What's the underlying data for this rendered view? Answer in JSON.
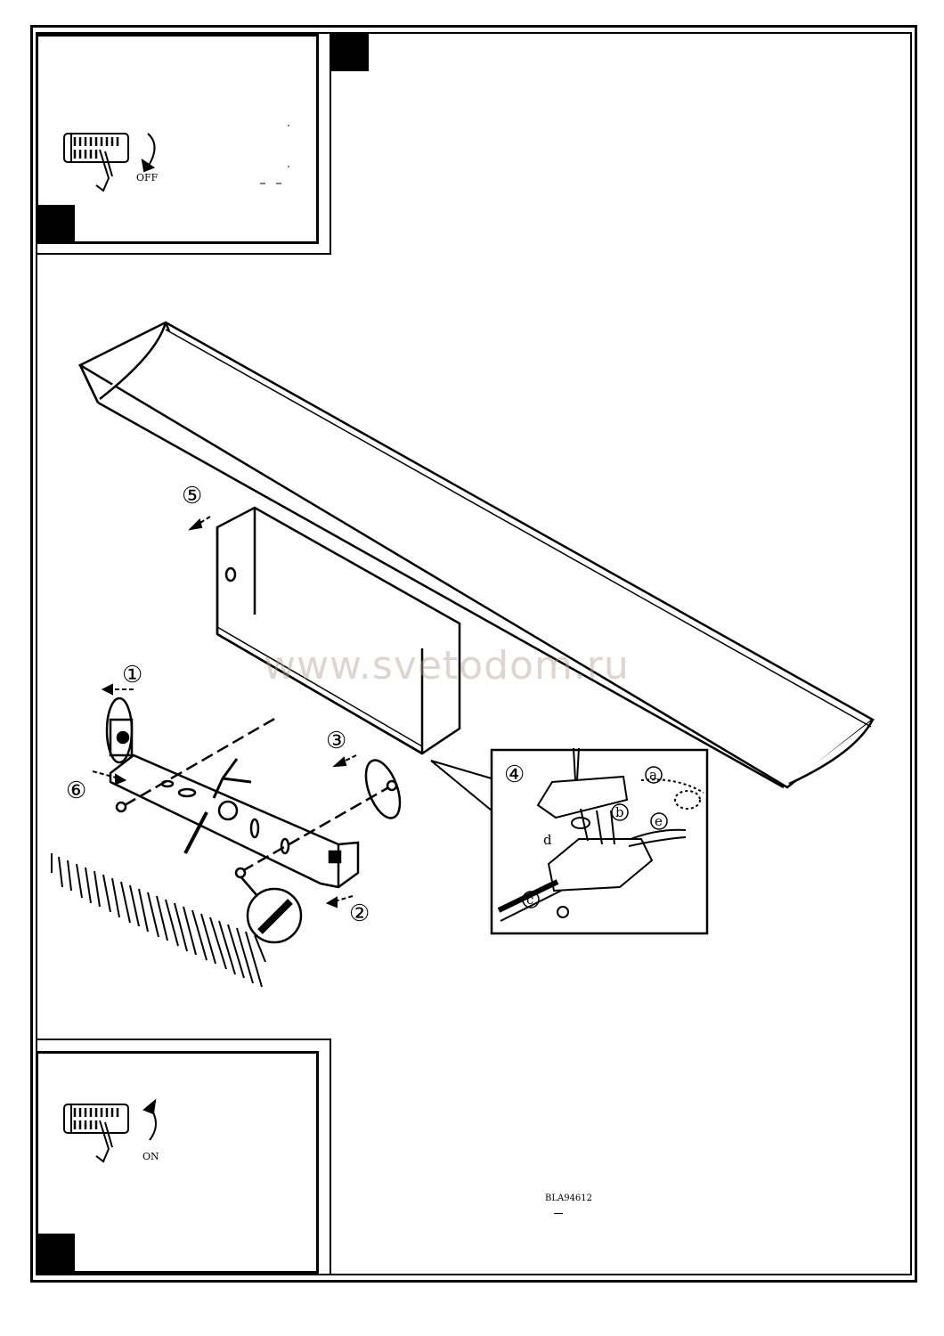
{
  "panels": {
    "top_switch_label": "OFF",
    "bottom_switch_label": "ON"
  },
  "main": {
    "watermark": "www.svetodom.ru",
    "steps": [
      "①",
      "②",
      "③",
      "④",
      "⑤",
      "⑥"
    ],
    "detail_letters": [
      "a",
      "b",
      "c",
      "d",
      "e"
    ],
    "product_code": "BLA94612"
  },
  "icons": {
    "off_switch": "breaker-switch-off-icon",
    "on_switch": "breaker-switch-on-icon"
  }
}
